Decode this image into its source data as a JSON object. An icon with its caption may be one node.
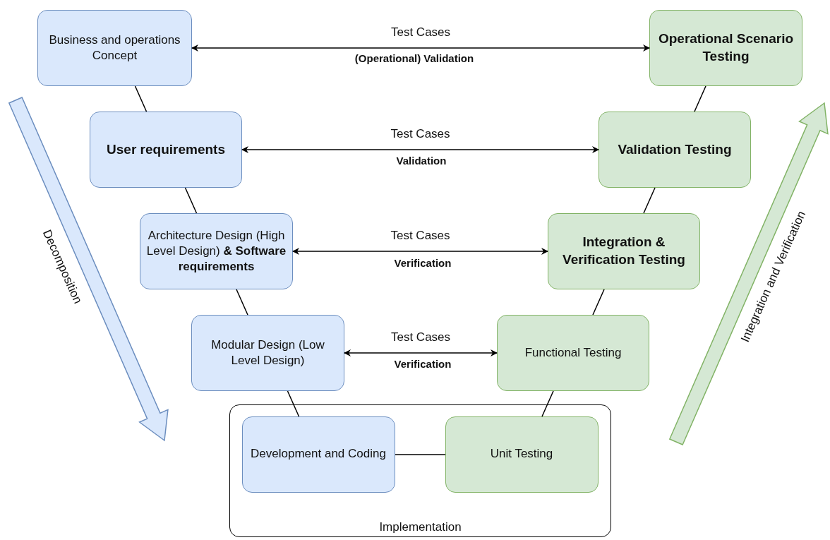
{
  "diagram": {
    "nodes": [
      {
        "text": [
          "Business and operations Concept"
        ]
      },
      {
        "text": [
          "Operational Scenario Testing"
        ]
      },
      {
        "text": [
          "User requirements"
        ]
      },
      {
        "text": [
          "Validation Testing"
        ]
      },
      {
        "text": [
          "Architecture Design (High Level Design) **& Software requirements**"
        ]
      },
      {
        "text": [
          "Integration & Verification Testing"
        ]
      },
      {
        "text": [
          "Modular Design (Low Level Design)"
        ]
      },
      {
        "text": [
          "Functional Testing"
        ]
      },
      {
        "text": [
          "Implementation"
        ]
      },
      {
        "text": [
          "Development and Coding"
        ],
        "in": 8
      },
      {
        "text": [
          "Unit Testing"
        ],
        "in": 8
      }
    ],
    "edges": [
      {
        "from": 0,
        "to": 1,
        "arrow": "both",
        "label": "Test Cases"
      },
      {
        "from": 2,
        "to": 3,
        "arrow": "both",
        "label": "Test Cases"
      },
      {
        "from": 4,
        "to": 5,
        "arrow": "both",
        "label": "Test Cases"
      },
      {
        "from": 6,
        "to": 7,
        "arrow": "both",
        "label": "Test Cases"
      },
      {
        "from": 0,
        "to": 2,
        "arrow": "none"
      },
      {
        "from": 2,
        "to": 4,
        "arrow": "none"
      },
      {
        "from": 4,
        "to": 6,
        "arrow": "none"
      },
      {
        "from": 6,
        "to": 9,
        "arrow": "none"
      },
      {
        "from": 1,
        "to": 3,
        "arrow": "none"
      },
      {
        "from": 3,
        "to": 5,
        "arrow": "none"
      },
      {
        "from": 5,
        "to": 7,
        "arrow": "none"
      },
      {
        "from": 7,
        "to": 10,
        "arrow": "none"
      },
      {
        "from": 9,
        "to": 10,
        "arrow": "none"
      }
    ],
    "labels": [
      "(Operational) Validation",
      "Validation",
      "Verification",
      "Verification",
      "Decomposition",
      "Integration and Verification"
    ]
  }
}
